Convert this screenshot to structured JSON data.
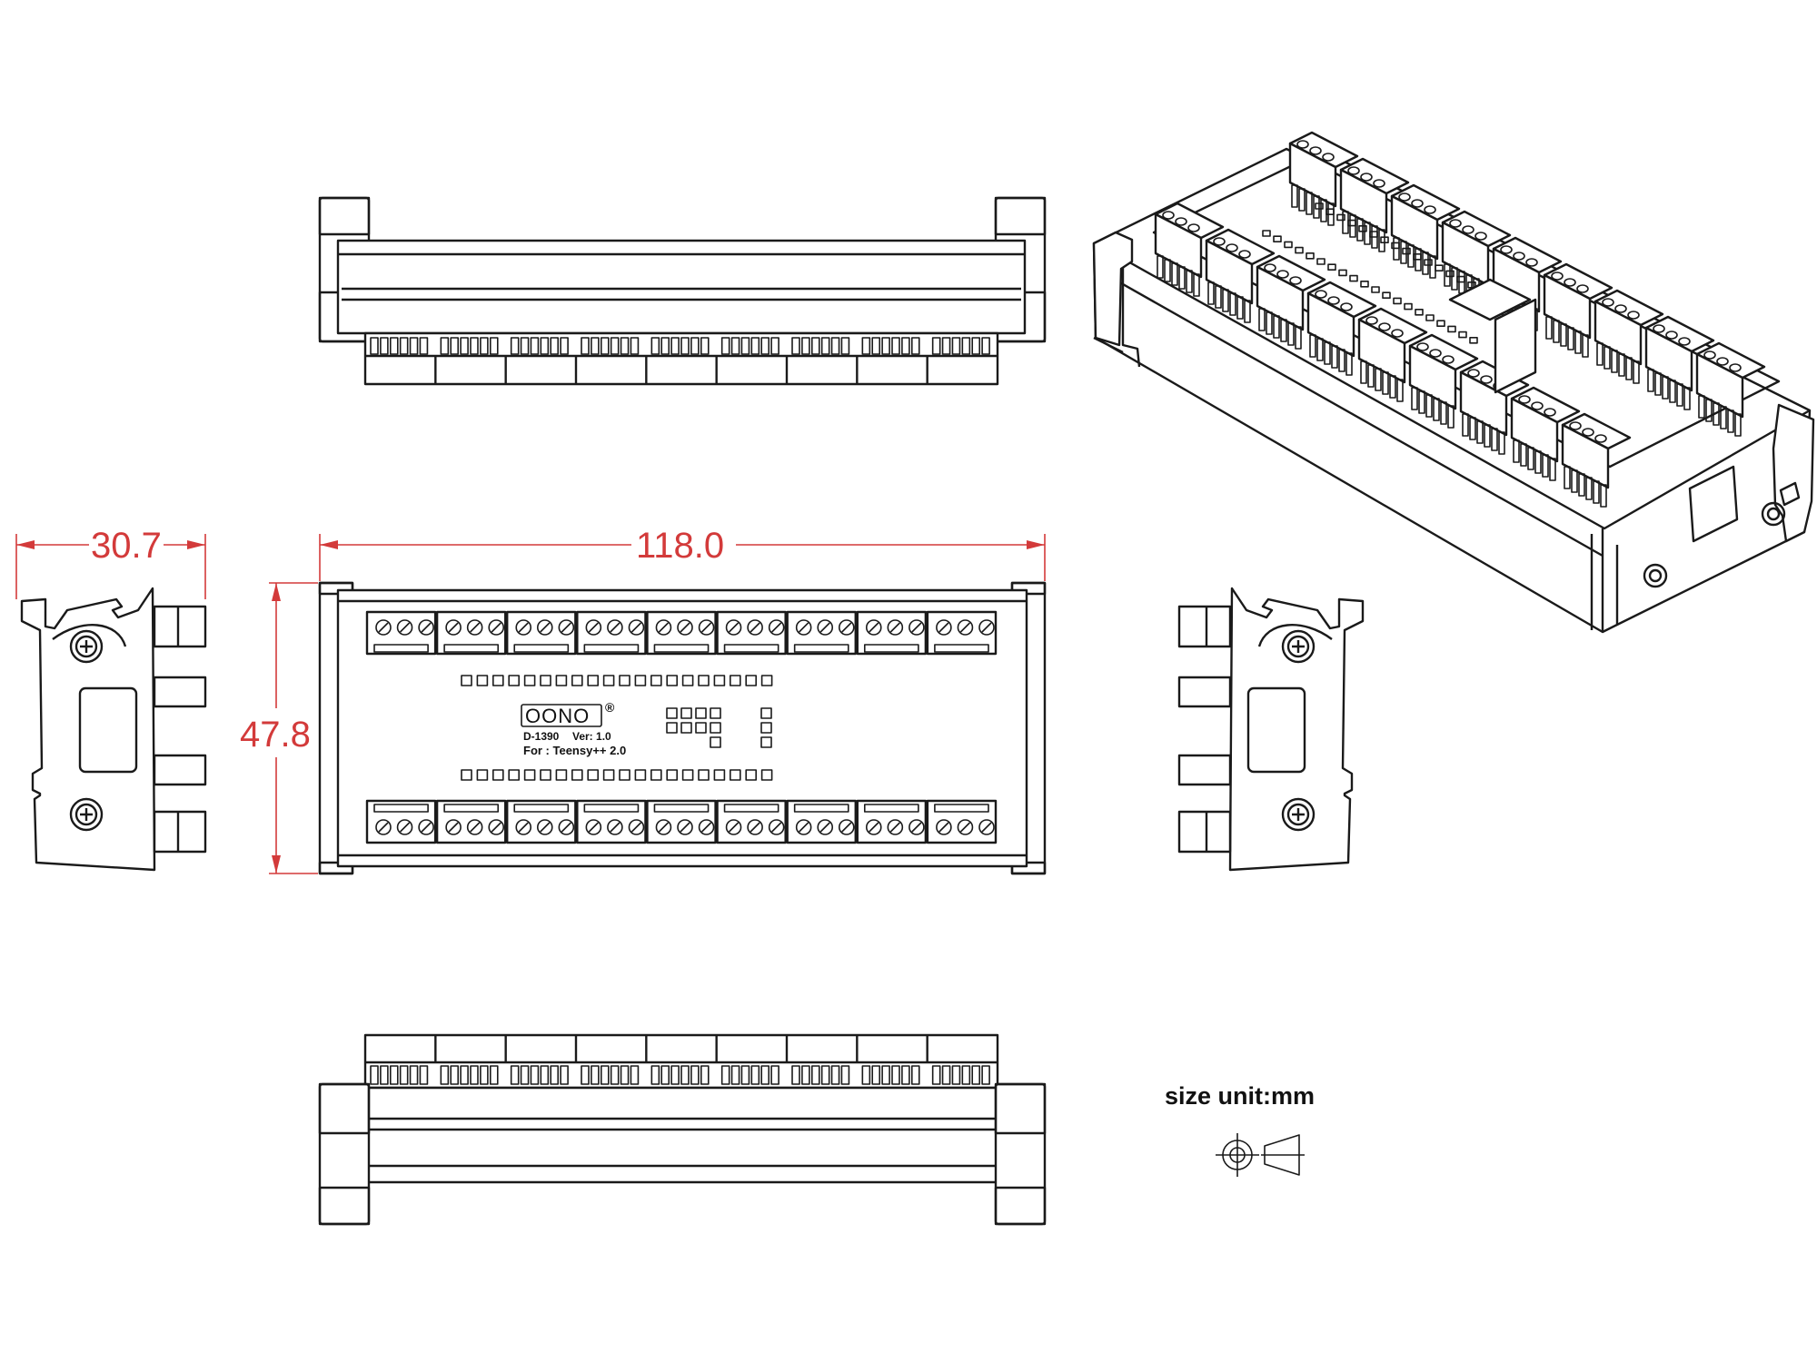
{
  "dimensions": {
    "width": "118.0",
    "height": "47.8",
    "depth": "30.7"
  },
  "board": {
    "brand": "OONO",
    "registered_mark": "®",
    "model": "D-1390",
    "version": "Ver: 1.0",
    "target": "For : Teensy++ 2.0"
  },
  "legend": {
    "size_unit": "size unit:mm",
    "projection_symbol": "third-angle-projection-icon"
  },
  "terminal_blocks": {
    "blocks_per_row": 9,
    "screws_per_block": 3
  },
  "header_pins": {
    "pins_per_row": 20
  },
  "colors": {
    "line": "#1a1a1a",
    "dimension": "#d33a3a"
  }
}
